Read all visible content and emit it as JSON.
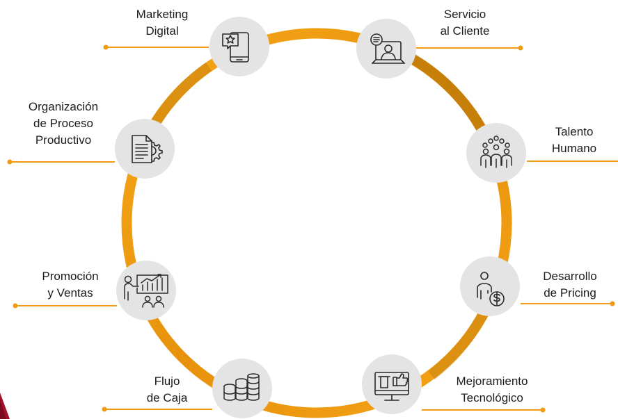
{
  "nodes": [
    {
      "id": "marketing",
      "icon": "phone-star-icon",
      "lines": [
        "Marketing",
        "Digital"
      ]
    },
    {
      "id": "servicio",
      "icon": "support-agent-icon",
      "lines": [
        "Servicio",
        "al Cliente"
      ]
    },
    {
      "id": "talento",
      "icon": "team-people-icon",
      "lines": [
        "Talento",
        "Humano"
      ]
    },
    {
      "id": "pricing",
      "icon": "person-dollar-icon",
      "lines": [
        "Desarrollo",
        "de Pricing"
      ]
    },
    {
      "id": "mejoramiento",
      "icon": "monitor-thumbs-up-icon",
      "lines": [
        "Mejoramiento",
        "Tecnológico"
      ]
    },
    {
      "id": "flujo",
      "icon": "coin-stacks-icon",
      "lines": [
        "Flujo",
        "de Caja"
      ]
    },
    {
      "id": "promocion",
      "icon": "presentation-chart-icon",
      "lines": [
        "Promoción",
        "y Ventas"
      ]
    },
    {
      "id": "organizacion",
      "icon": "document-gear-icon",
      "lines": [
        "Organización",
        "de Proceso",
        "Productivo"
      ]
    }
  ],
  "colors": {
    "ring": "#f3a015",
    "ring_shade": "#c07c0a",
    "connector": "#f19a12",
    "node_fill": "#e4e4e4",
    "icon_stroke": "#2a2a2a",
    "accent_corner": "#a3122a"
  }
}
